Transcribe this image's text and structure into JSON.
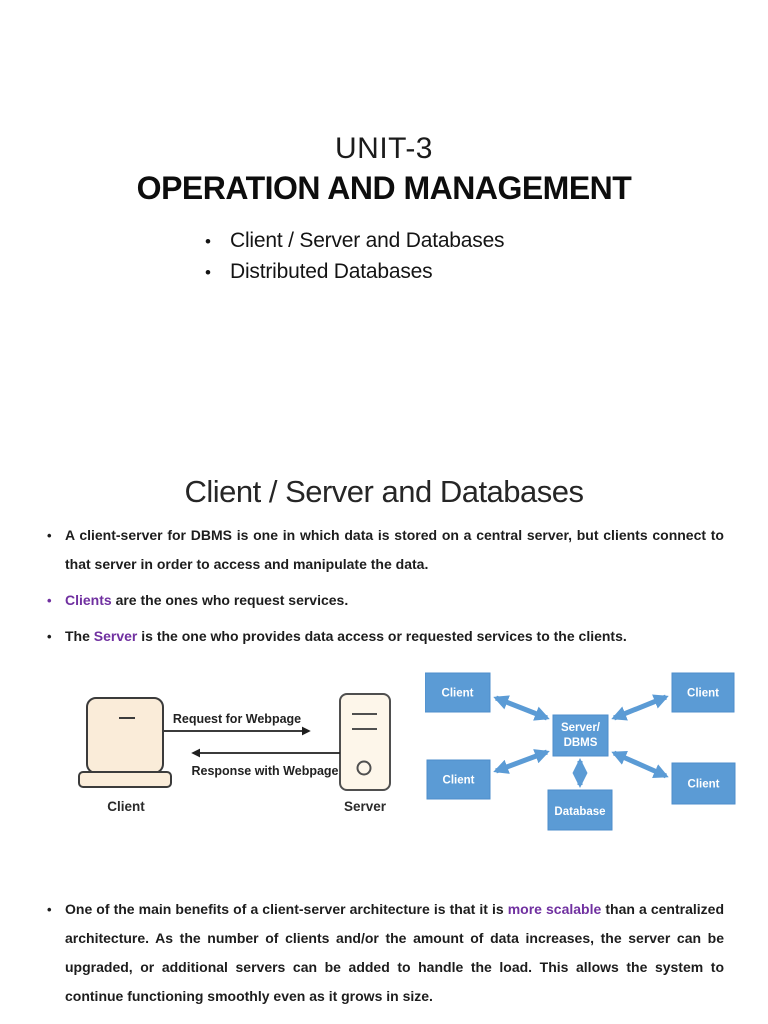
{
  "slide1": {
    "title": "UNIT-3",
    "subtitle": "OPERATION AND MANAGEMENT",
    "bullet_glyph": "•",
    "bullets": [
      {
        "text": "Client / Server and Databases"
      },
      {
        "text": "Distributed Databases"
      }
    ]
  },
  "slide2": {
    "heading": "Client / Server and Databases",
    "bullet_glyph": "•",
    "bullets": [
      {
        "parts": [
          {
            "text": "A client-server for DBMS is one in which data is stored on a central server, but clients connect to that server in order to access and manipulate the data."
          }
        ]
      },
      {
        "parts": [
          {
            "text": "Clients"
          },
          {
            "text": " are the ones who request services."
          }
        ]
      },
      {
        "parts": [
          {
            "text": "The "
          },
          {
            "text": "Server"
          },
          {
            "text": " is the one who provides data access or requested services to the clients."
          }
        ]
      }
    ],
    "closing_paragraph": {
      "parts": [
        {
          "text": "One of the main benefits of a client-server architecture is that it is "
        },
        {
          "text": "more scalable"
        },
        {
          "text": " than a centralized architecture. As the number of clients and/or the amount of data increases, the server can be upgraded, or additional servers can be added to handle the load. This allows the system to continue functioning smoothly even as it grows in size."
        }
      ]
    },
    "client_server_diagram": {
      "request_arrow_label": "Request for Webpage",
      "response_arrow_label": "Response with Webpage",
      "client_label": "Client",
      "server_label": "Server"
    },
    "network_diagram": {
      "client_top_left": "Client",
      "client_top_right": "Client",
      "client_bottom_left": "Client",
      "client_bottom_right": "Client",
      "center_label_line1": "Server/",
      "center_label_line2": "DBMS",
      "database_label": "Database"
    }
  },
  "colors": {
    "accent_purple": "#7030a0",
    "diagram_blue": "#5b9bd5",
    "diagram_blue_border": "#4e8ecb",
    "laptop_fill": "#faecd9",
    "server_fill": "#fdf6ea",
    "body_text": "#1d1d1d"
  }
}
